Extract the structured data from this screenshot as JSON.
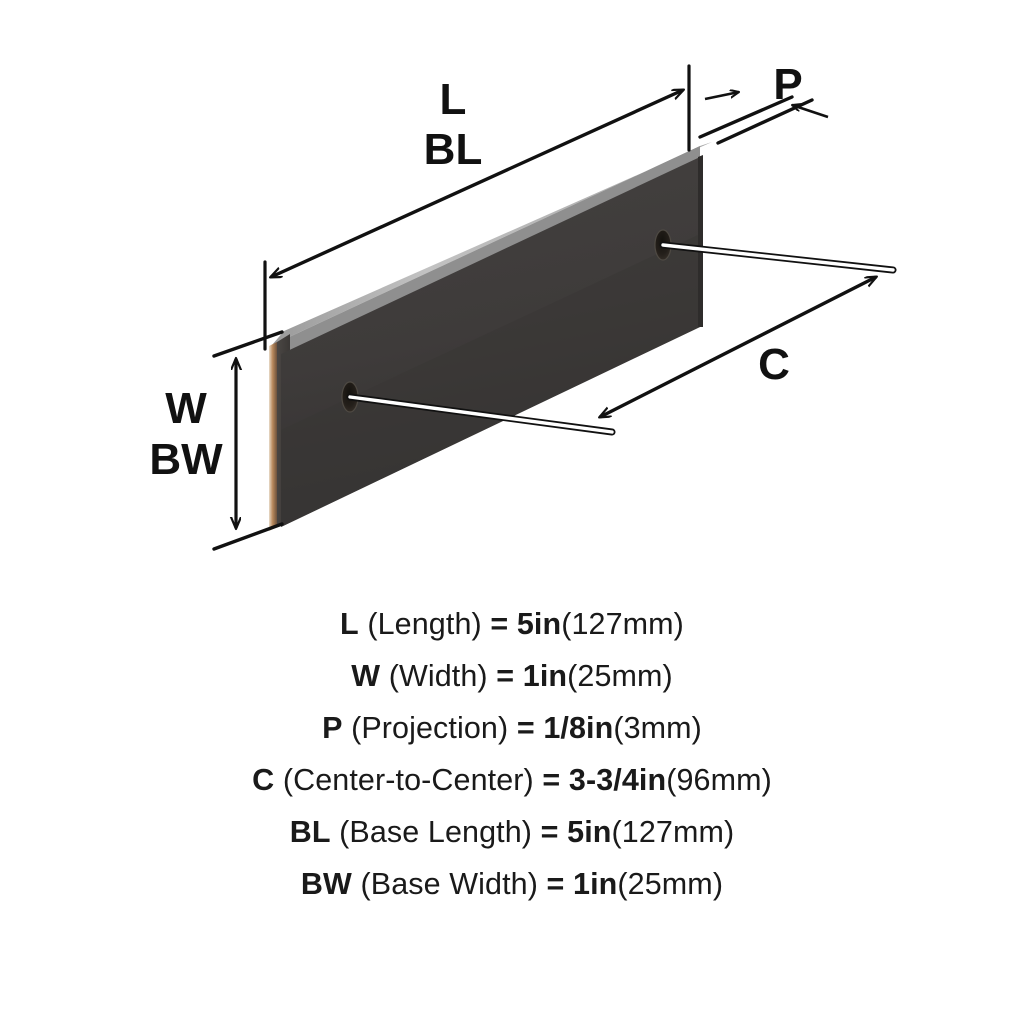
{
  "diagram": {
    "title": "Cabinet pull dimension diagram",
    "labels": {
      "length": "L",
      "base_length": "BL",
      "width": "W",
      "base_width": "BW",
      "projection": "P",
      "center_to_center": "C"
    },
    "colors": {
      "face": "#3f3d3c",
      "face_shadow": "#353333",
      "bevel_top": "#b9b9b9",
      "bevel_top_dark": "#8d8d8d",
      "end_cap": "#46423f",
      "edge_tan": "#8a6a4a",
      "edge_tan_light": "#c9a882",
      "hole": "#1d1b1a",
      "line": "#111111",
      "leader": "#ffffff",
      "background": "#ffffff"
    }
  },
  "specs": [
    {
      "symbol": "L",
      "name": "(Length)",
      "equals": "=",
      "value": "5in",
      "metric": "(127mm)"
    },
    {
      "symbol": "W",
      "name": "(Width)",
      "equals": "=",
      "value": "1in",
      "metric": "(25mm)"
    },
    {
      "symbol": "P",
      "name": "(Projection)",
      "equals": "=",
      "value": "1/8in",
      "metric": "(3mm)"
    },
    {
      "symbol": "C",
      "name": "(Center-to-Center)",
      "equals": "=",
      "value": "3-3/4in",
      "metric": "(96mm)"
    },
    {
      "symbol": "BL",
      "name": "(Base Length)",
      "equals": "=",
      "value": "5in",
      "metric": "(127mm)"
    },
    {
      "symbol": "BW",
      "name": "(Base Width)",
      "equals": "=",
      "value": "1in",
      "metric": "(25mm)"
    }
  ]
}
